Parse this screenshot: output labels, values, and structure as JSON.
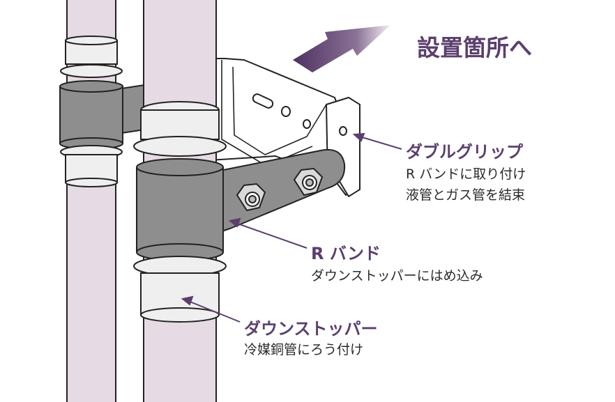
{
  "colors": {
    "accent": "#5b3f6e",
    "pipe_fill": "#e6dbe4",
    "band_fill": "#8e8e8e",
    "stopper_fill": "#efefef",
    "bracket_fill": "#ffffff",
    "outline": "#222222"
  },
  "direction": {
    "label": "設置箇所へ"
  },
  "callouts": {
    "double_grip": {
      "title": "ダブルグリップ",
      "lines": [
        "R バンドに取り付け",
        "液管とガス管を結束"
      ]
    },
    "r_band": {
      "title": "R バンド",
      "lines": [
        "ダウンストッパーにはめ込み"
      ]
    },
    "down_stopper": {
      "title": "ダウンストッパー",
      "lines": [
        "冷媒銅管にろう付け"
      ]
    }
  }
}
